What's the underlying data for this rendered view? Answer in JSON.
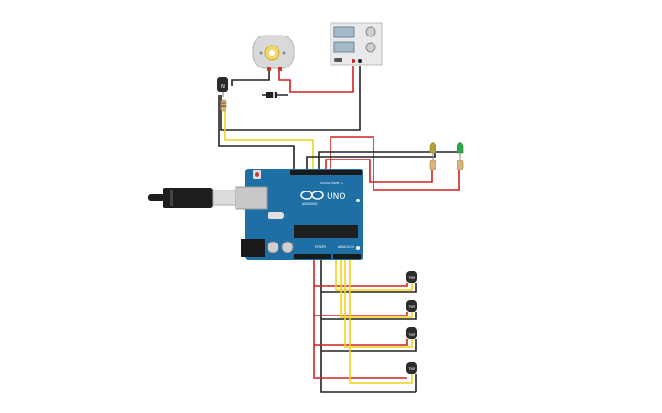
{
  "board": {
    "brand_line1": "ARDUINO",
    "model": "UNO",
    "digital_label": "DIGITAL (PWM ~)",
    "power_label": "POWER",
    "analog_label": "ANALOG IN",
    "color": "#1d6fa5"
  },
  "transistor": {
    "label": "N"
  },
  "sensors": {
    "label": "TMP"
  },
  "leds": [
    {
      "color_name": "yellow",
      "color": "#b8a13a"
    },
    {
      "color_name": "green",
      "color": "#2ea84a"
    }
  ],
  "wire_colors": {
    "red": "#d22020",
    "black": "#222222",
    "yellow": "#f2d21b"
  },
  "icons": [
    "dc-motor-icon",
    "power-supply-icon",
    "usb-cable-icon",
    "transistor-icon",
    "temperature-sensor-icon",
    "led-icon",
    "resistor-icon",
    "diode-icon"
  ]
}
